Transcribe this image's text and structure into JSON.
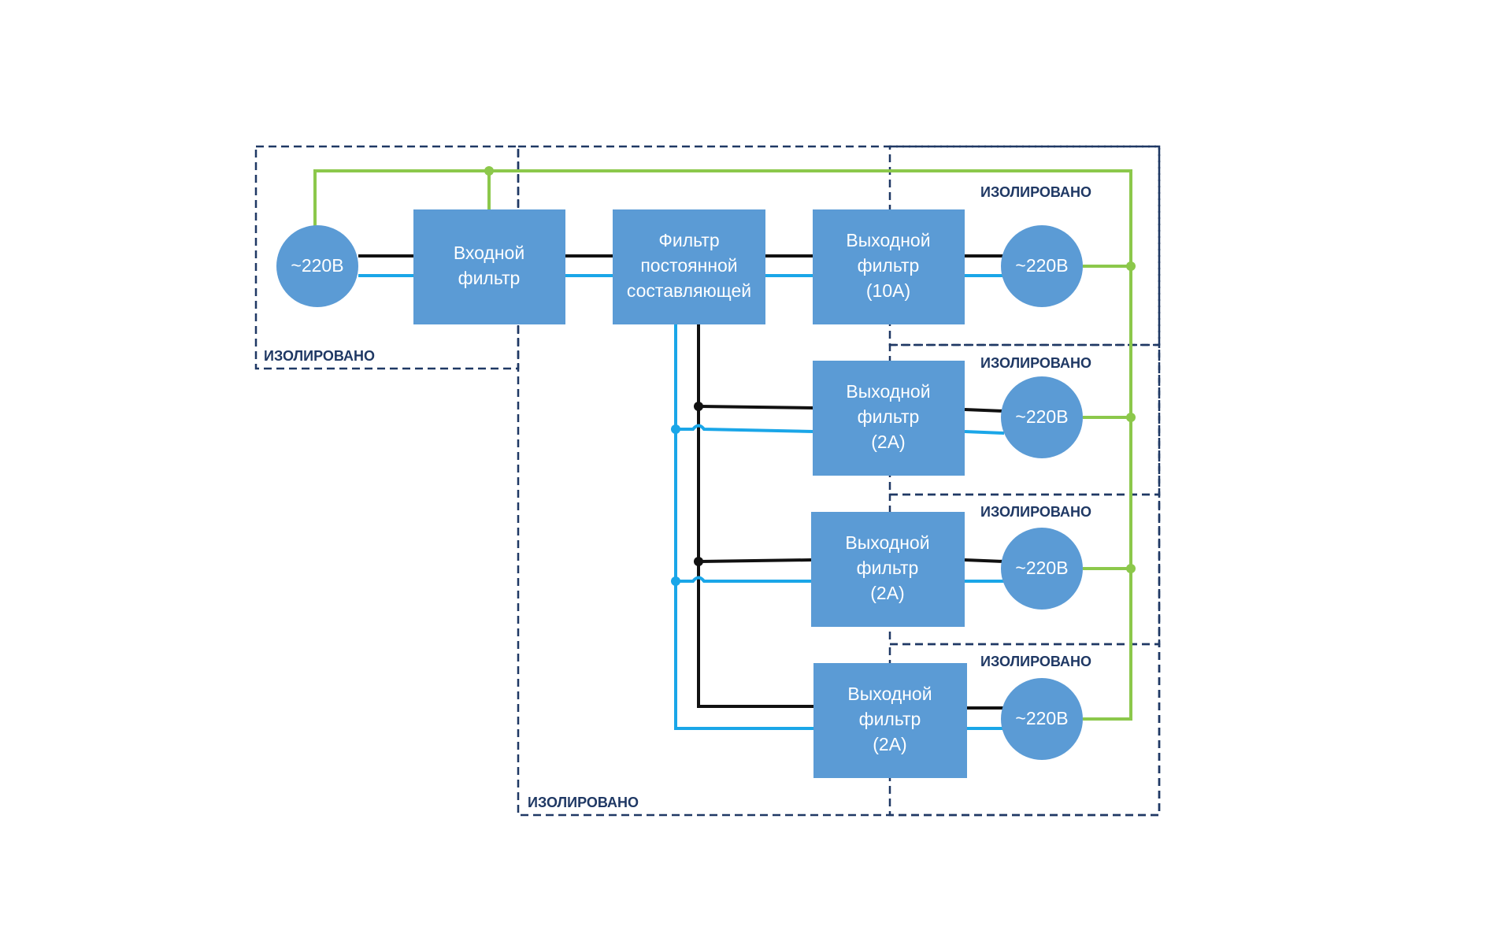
{
  "zones": {
    "label": "ИЗОЛИРОВАНО"
  },
  "blocks": {
    "input_filter": [
      "Входной",
      "фильтр"
    ],
    "dc_filter": [
      "Фильтр",
      "постоянной",
      "составляющей"
    ],
    "out_10a": [
      "Выходной",
      "фильтр",
      "(10А)"
    ],
    "out_2a_1": [
      "Выходной",
      "фильтр",
      "(2А)"
    ],
    "out_2a_2": [
      "Выходной",
      "фильтр",
      "(2А)"
    ],
    "out_2a_3": [
      "Выходной",
      "фильтр",
      "(2А)"
    ]
  },
  "sources": {
    "input": "~220В",
    "out_1": "~220В",
    "out_2": "~220В",
    "out_3": "~220В",
    "out_4": "~220В"
  },
  "colors": {
    "block": "#5b9bd5",
    "zone_border": "#1f3864",
    "wire_phase": "#111111",
    "wire_neutral": "#1aa6e8",
    "wire_ground": "#8cc84b"
  }
}
